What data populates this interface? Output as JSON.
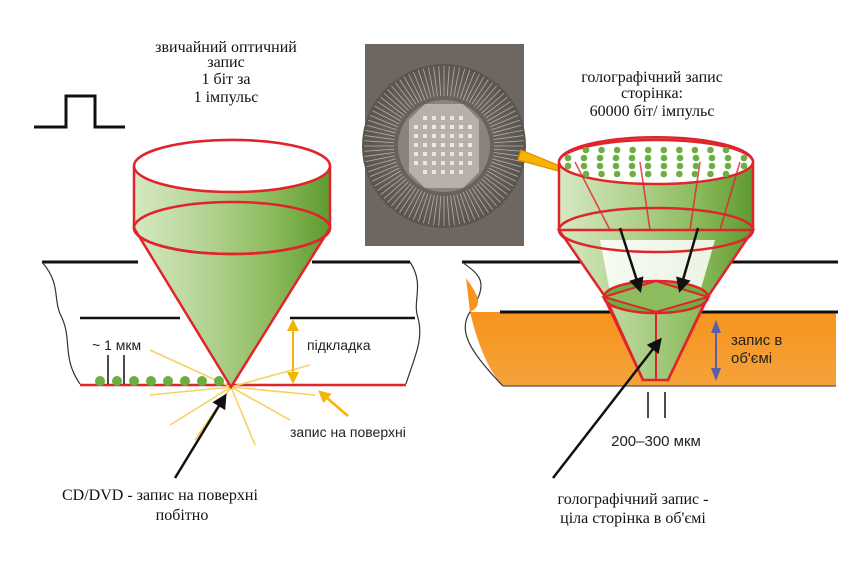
{
  "labels": {
    "conventional_title_1": "звичайний оптичний",
    "conventional_title_2": "запис",
    "conventional_title_3": "1 біт за",
    "conventional_title_4": "1 імпульс",
    "holo_title_1": "голографічний запис",
    "holo_title_2": "сторінка:",
    "holo_title_3": "60000 біт/ імпульс",
    "one_micron": "~ 1 мкм",
    "substrate": "підкладка",
    "surface_record": "запис на поверхні",
    "cd_caption_1": "CD/DVD - запис на поверхні",
    "cd_caption_2": "побітно",
    "volume_record_1": "запис в",
    "volume_record_2": "об'ємі",
    "page_size": "200–300 мкм",
    "holo_caption_1": "голографічний запис -",
    "holo_caption_2": "ціла сторінка в об'ємі"
  },
  "colors": {
    "cone_green_dark": "#5f9a2f",
    "cone_green_light": "#d6e8c2",
    "cone_outline": "#e0242b",
    "data_dot": "#6cae3f",
    "medium_orange": "#f7941d",
    "yellow_arrow": "#f5b400",
    "spark_yellow": "#f7d260",
    "depth_arrow": "#5a5fa8",
    "hologram_bg": "#6e6761"
  },
  "icons": {
    "pulse": "single-pulse-icon",
    "hologram": "hologram-data-page-image"
  }
}
